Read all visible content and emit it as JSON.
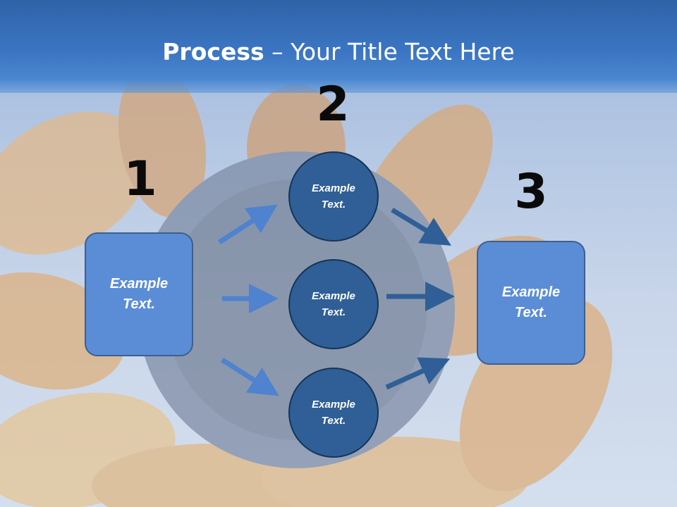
{
  "title": {
    "bold": "Process",
    "rest": " – Your Title Text Here"
  },
  "steps": [
    {
      "number": "1"
    },
    {
      "number": "2"
    },
    {
      "number": "3"
    }
  ],
  "left_box": {
    "text": "Example\nText."
  },
  "circles": [
    {
      "text": "Example\nText."
    },
    {
      "text": "Example\nText."
    },
    {
      "text": "Example\nText."
    }
  ],
  "right_box": {
    "text": "Example\nText."
  },
  "colors": {
    "title_band": "#3b75c2",
    "box_fill": "#5b8dd6",
    "circle_fill": "#2f5f96",
    "left_arrow": "#4f82cf",
    "right_arrow": "#2f5f96"
  }
}
